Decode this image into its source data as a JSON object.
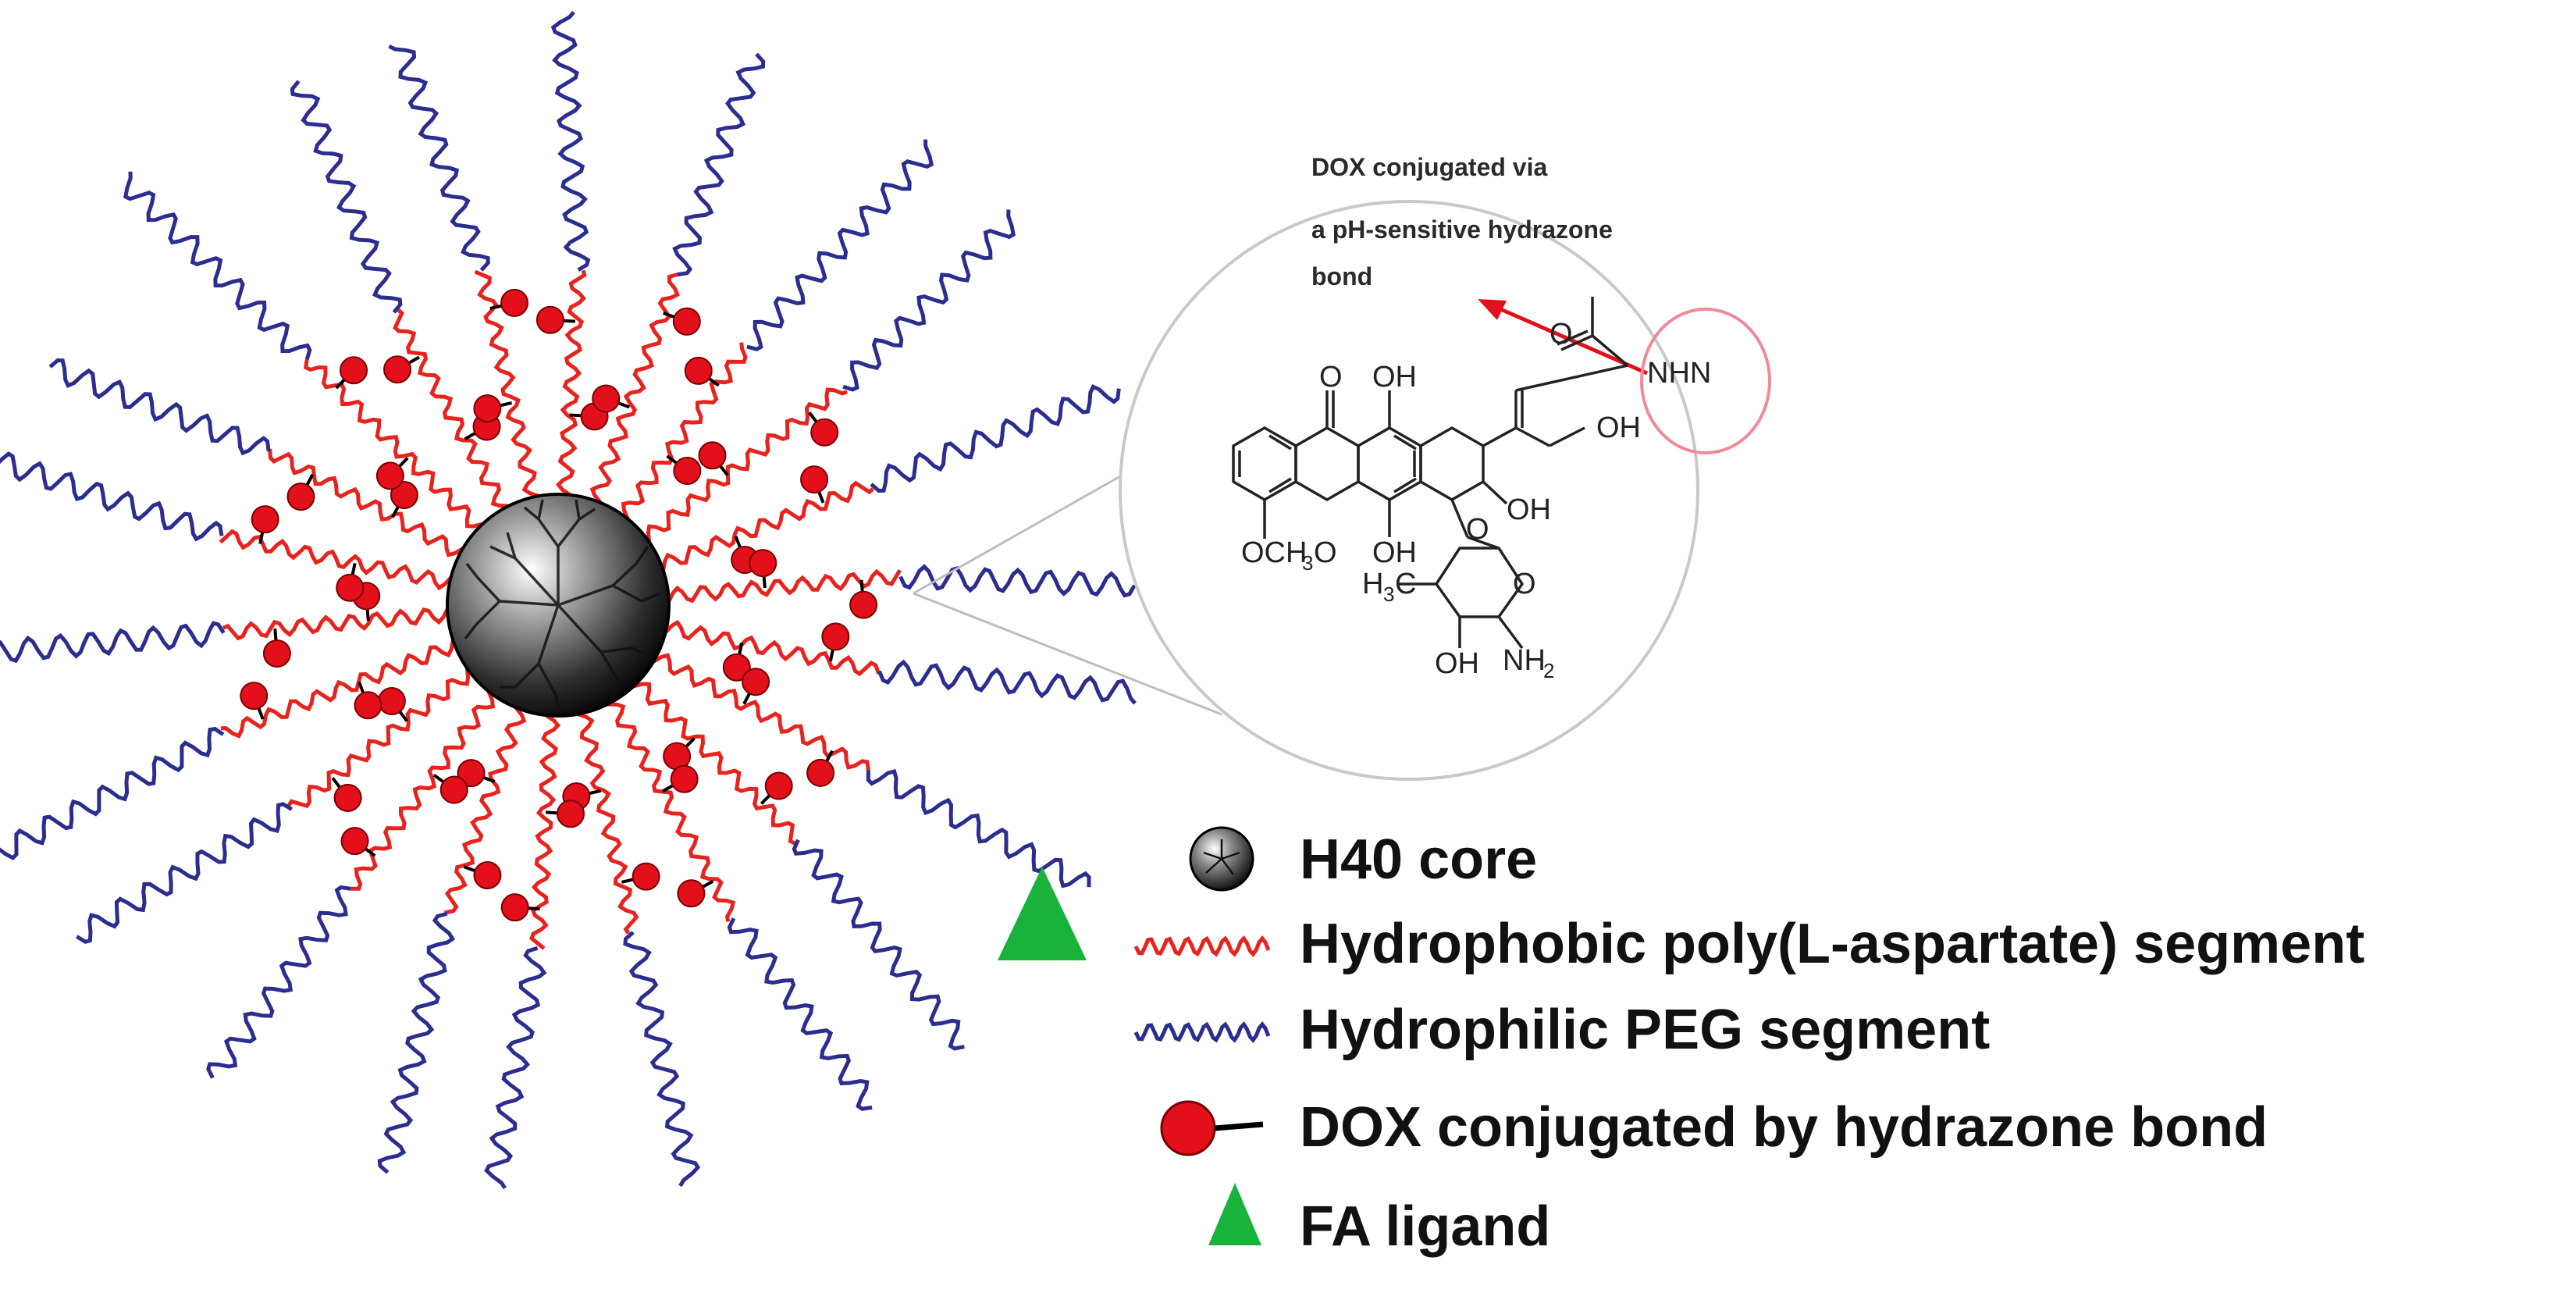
{
  "colors": {
    "hydrophobic": "#e8231e",
    "hydrophilic": "#2b2e8f",
    "dox": "#e3101b",
    "fa_ligand": "#19b33b",
    "highlight_circle": "#f08a9a",
    "arrow": "#e3101b"
  },
  "callout": {
    "line1": "DOX conjugated via",
    "line2": "a pH-sensitive hydrazone",
    "line3": "bond"
  },
  "chemistry": {
    "o_acetyl": "O",
    "nhn": "NHN",
    "o_quinone": "O",
    "oh_top": "OH",
    "oh_right": "OH",
    "oh_mid": "OH",
    "och3": "OCH",
    "och3_sub": "3",
    "o_ome": "O",
    "oh_bottom": "OH",
    "o_glyco": "O",
    "h3c": "H",
    "h3c_sub": "3",
    "h3c_tail": "C",
    "o_ring": "O",
    "oh_sugar": "OH",
    "nh2": "NH",
    "nh2_sub": "2"
  },
  "legend": {
    "h40_core": "H40 core",
    "hydrophobic": "Hydrophobic poly(L-aspartate) segment",
    "hydrophilic": "Hydrophilic PEG segment",
    "dox": "DOX conjugated by hydrazone bond",
    "fa": "FA ligand"
  }
}
